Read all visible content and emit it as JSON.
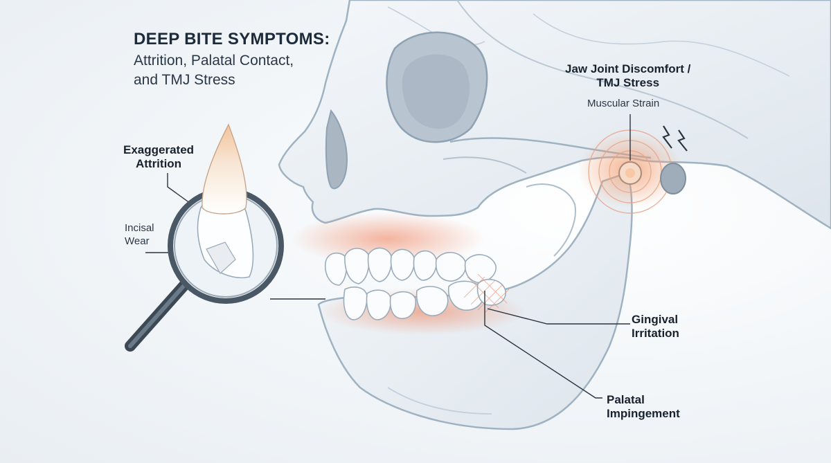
{
  "title": {
    "line1": "DEEP BITE SYMPTOMS:",
    "line2": "Attrition, Palatal Contact,",
    "line3": "and TMJ Stress"
  },
  "labels": {
    "exaggerated_attrition": [
      "Exaggerated",
      "Attrition"
    ],
    "incisal_wear": [
      "Incisal",
      "Wear"
    ],
    "tmj": [
      "Jaw Joint Discomfort /",
      "TMJ Stress"
    ],
    "muscular_strain": "Muscular Strain",
    "gingival_irritation": [
      "Gingival",
      "Irritation"
    ],
    "palatal_impingement": [
      "Palatal",
      "Impingement"
    ]
  },
  "colors": {
    "bone": "#e8eef3",
    "bone_outline": "#9fb2c2",
    "inflammation": "#f08a5d",
    "tooth": "#fbfcfd",
    "leader_line": "#2a3440",
    "magnifier_ring": "#4a5866"
  }
}
